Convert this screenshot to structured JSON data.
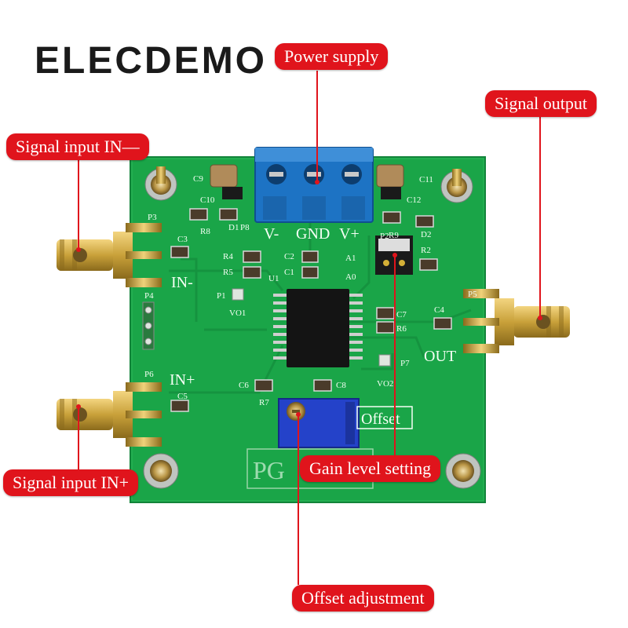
{
  "brand": "ELECDEMO",
  "callouts": {
    "power_supply": "Power supply",
    "signal_output": "Signal output",
    "signal_input_minus": "Signal input IN—",
    "signal_input_plus": "Signal input IN+",
    "gain_level": "Gain level setting",
    "offset_adjustment": "Offset adjustment"
  },
  "board_labels": {
    "terminal": [
      "V-",
      "GND",
      "V+"
    ],
    "in_minus": "IN-",
    "in_plus": "IN+",
    "out": "OUT",
    "offset": "Offset",
    "pga": "PG",
    "refs": [
      "C9",
      "C10",
      "R8",
      "D1",
      "P8",
      "C11",
      "C12",
      "P2",
      "R9",
      "D2",
      "R2",
      "A1",
      "A0",
      "C3",
      "R4",
      "R5",
      "C2",
      "C1",
      "U1",
      "P1",
      "VO1",
      "P3",
      "P4",
      "P5",
      "C4",
      "C7",
      "R6",
      "P7",
      "VO2",
      "P6",
      "C5",
      "C6",
      "C8",
      "R7"
    ]
  },
  "colors": {
    "pcb": "#1aa548",
    "callout": "#e0141c",
    "terminal": "#1d73c4",
    "gold": "#c9a13a"
  }
}
